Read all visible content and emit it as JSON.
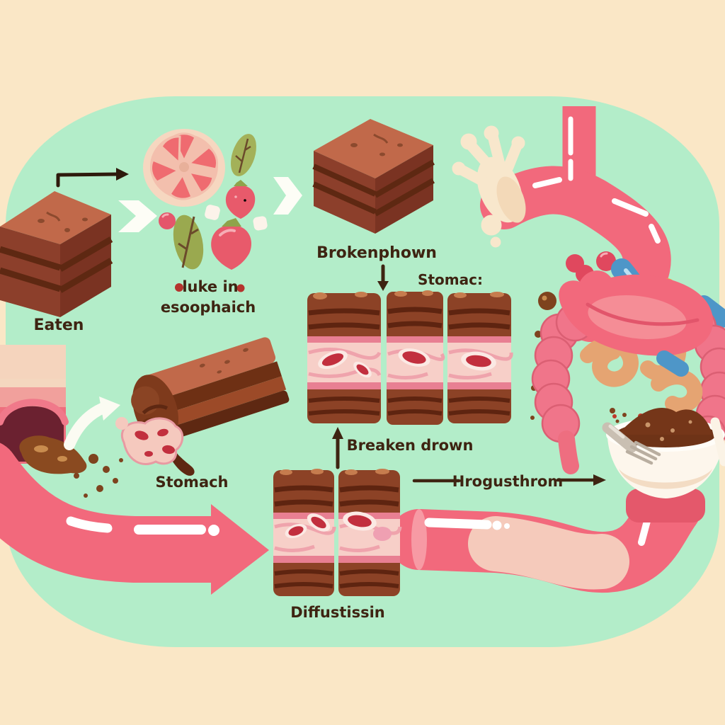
{
  "background": {
    "outer_color": "#FAE7C6",
    "panel_color": "#B3EDC9"
  },
  "palette": {
    "text_dark": "#3E2412",
    "tube_pink": "#F2697C",
    "tube_light": "#F79AA4",
    "brownie_top": "#C1694A",
    "brownie_dark": "#6E3014",
    "brownie_mid": "#8C4226",
    "cream_filling": "#F7CFC8",
    "filling_edge": "#E87F92",
    "bean_red": "#D94A57",
    "berry_red": "#E85A6B",
    "leaf_green": "#A3B159",
    "bile_blue": "#4E96C8",
    "enzyme_orange": "#F0A23C",
    "chocolate_brown": "#7E431E",
    "splat_cream": "#F8E7CC",
    "arrow_white": "#FDFDF6"
  },
  "labels": {
    "eaten": "Eaten",
    "esophagus_line1": "luke in",
    "esophagus_line2": "esoophaich",
    "broken_top": "Brokenphown",
    "stomach_top": "Stomac:",
    "broken_mid": "Breaken drown",
    "stomach_left": "Stomach",
    "through": "Hrogusthrom",
    "diffusion": "Diffustissin"
  },
  "figures": [
    {
      "name": "brownie-square-whole",
      "desc": "whole brownie cube (eaten step)"
    },
    {
      "name": "fruit-cluster",
      "desc": "grapefruit slice, strawberries, leaves, berry"
    },
    {
      "name": "brownie-square-2",
      "desc": "brownie cube before esophagus"
    },
    {
      "name": "splat-blob",
      "desc": "cream splat at esophagus opening"
    },
    {
      "name": "esophagus-tube",
      "desc": "pink esophagus tube"
    },
    {
      "name": "stomach-intestines",
      "desc": "stomach pouch with colon and small intestine"
    },
    {
      "name": "enzyme-beans",
      "desc": "red, blue and orange enzyme droplets"
    },
    {
      "name": "mouth-tube-pouring",
      "desc": "tube opening pouring melted chocolate"
    },
    {
      "name": "chocolate-bar-bitten",
      "desc": "bitten chocolate bar with filling"
    },
    {
      "name": "layered-brownie-row",
      "desc": "three brownie pieces with pink filling"
    },
    {
      "name": "layered-brownie-pair",
      "desc": "two brownie pieces with pink filling (diffusion)"
    },
    {
      "name": "big-flow-arrow",
      "desc": "large pink flow arrow"
    },
    {
      "name": "bottom-tube",
      "desc": "pink tube leading to bowl"
    },
    {
      "name": "chocolate-bowl",
      "desc": "bowl of melted chocolate with fork and spoon"
    }
  ]
}
